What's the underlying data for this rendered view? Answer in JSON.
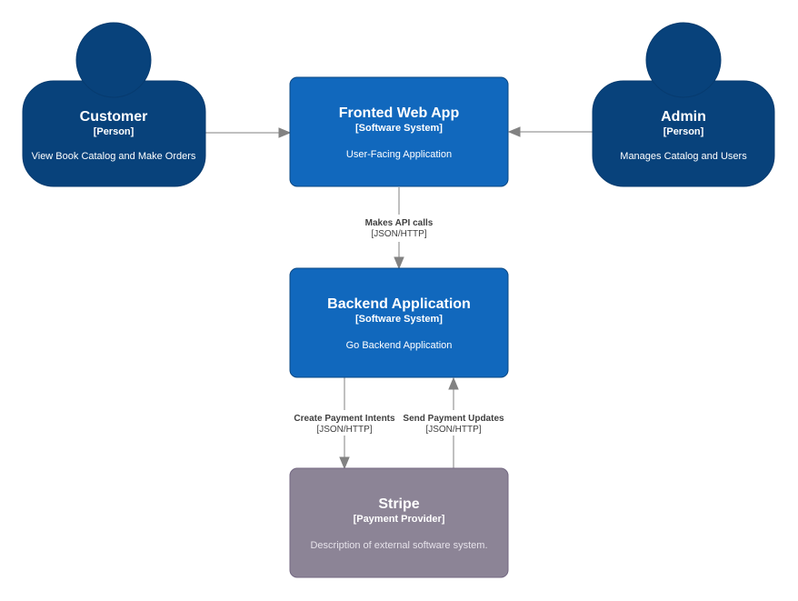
{
  "colors": {
    "person": "#08427b",
    "person_border": "#073b6f",
    "system": "#1168bd",
    "system_border": "#0b4884",
    "external": "#8c8496",
    "external_border": "#736782",
    "edge": "#828282",
    "edge_text": "#404040"
  },
  "nodes": {
    "customer": {
      "title": "Customer",
      "type": "[Person]",
      "description": "View Book Catalog and Make Orders"
    },
    "admin": {
      "title": "Admin",
      "type": "[Person]",
      "description": "Manages Catalog and Users"
    },
    "frontend": {
      "title": "Fronted Web App",
      "type": "[Software System]",
      "description": "User-Facing Application"
    },
    "backend": {
      "title": "Backend Application",
      "type": "[Software System]",
      "description": "Go Backend Application"
    },
    "stripe": {
      "title": "Stripe",
      "type": "[Payment Provider]",
      "description": "Description of external software system."
    }
  },
  "edges": {
    "frontend_to_backend": {
      "label": "Makes API calls",
      "tech": "[JSON/HTTP]"
    },
    "backend_to_stripe": {
      "label": "Create Payment Intents",
      "tech": "[JSON/HTTP]"
    },
    "stripe_to_backend": {
      "label": "Send Payment Updates",
      "tech": "[JSON/HTTP]"
    }
  }
}
